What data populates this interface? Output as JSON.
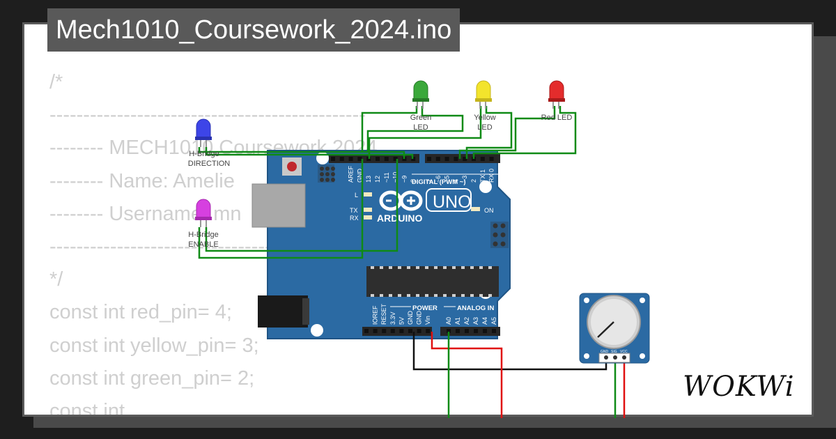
{
  "title": "Mech1010_Coursework_2024.ino",
  "code_lines": [
    "/*",
    "-----------------------------------------------",
    "-------- MECH1010 Coursework 2024",
    "-------- Name: Amelie",
    "-------- Username: mn",
    "-----------------------------------------------",
    "*/",
    "const int red_pin= 4;",
    "const int yellow_pin= 3;",
    "const int green_pin= 2;",
    "const int ..."
  ],
  "board": {
    "brand": "ARDUINO",
    "model": "UNO",
    "digital_header": "DIGITAL (PWM ~)",
    "power_header": "POWER",
    "analog_header": "ANALOG IN",
    "on_label": "ON",
    "led_l": "L",
    "led_tx": "TX",
    "led_rx": "RX",
    "digital_pins": [
      "AREF",
      "GND",
      "13",
      "12",
      "~11",
      "~10",
      "~9",
      "8",
      "7",
      "~6",
      "~5",
      "4",
      "~3",
      "2",
      "TX 1",
      "RX 0"
    ],
    "power_pins": [
      "IOREF",
      "RESET",
      "3.3V",
      "5V",
      "GND",
      "GND",
      "Vin"
    ],
    "analog_pins": [
      "A0",
      "A1",
      "A2",
      "A3",
      "A4",
      "A5"
    ],
    "color": "#2b6aa3"
  },
  "leds": [
    {
      "label_1": "H-Bridge",
      "label_2": "DIRECTION",
      "color": "#3d45e8"
    },
    {
      "label_1": "H-Bridge",
      "label_2": "ENABLE",
      "color": "#d640e0"
    },
    {
      "label_1": "Green",
      "label_2": "LED",
      "color": "#3aa83a"
    },
    {
      "label_1": "Yellow",
      "label_2": "LED",
      "color": "#f3e42c"
    },
    {
      "label_1": "Red LED",
      "label_2": "",
      "color": "#e42c2c"
    }
  ],
  "potentiometer": {
    "pins": [
      "GND",
      "SIG",
      "VCC"
    ]
  },
  "wire_colors": {
    "green": "#0f8a16",
    "black": "#111111",
    "red": "#e01010"
  },
  "logo_text": "WOKWi"
}
